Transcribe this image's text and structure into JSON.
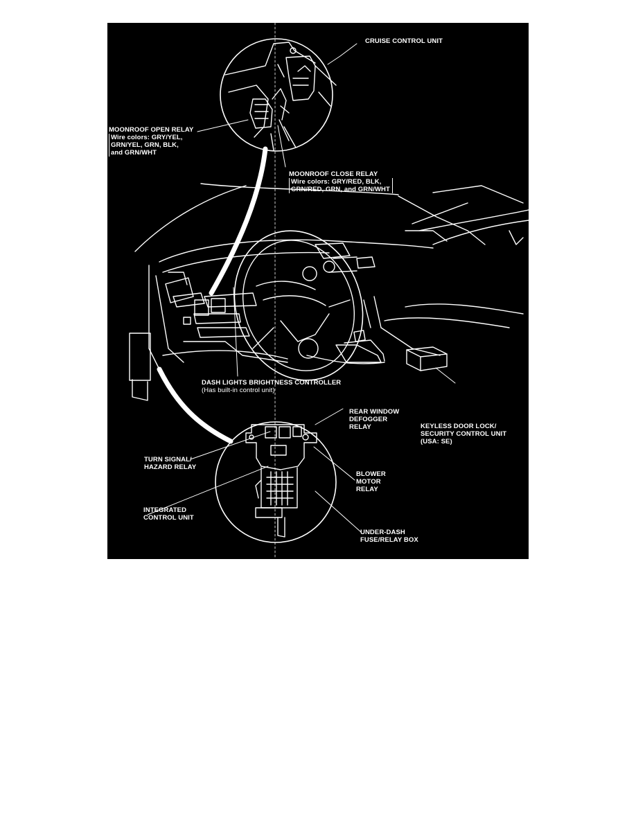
{
  "labels": {
    "cruise_control_unit": "CRUISE CONTROL UNIT",
    "moonroof_open_relay": {
      "title": "MOONROOF OPEN RELAY",
      "wires": [
        "Wire colors: GRY/YEL,",
        "GRN/YEL, GRN, BLK,",
        "and GRN/WHT"
      ]
    },
    "moonroof_close_relay": {
      "title": "MOONROOF CLOSE RELAY",
      "wires": [
        "Wire colors: GRY/RED, BLK,",
        "GRN/RED, GRN, and GRN/WHT"
      ]
    },
    "dash_lights_brightness_controller": {
      "title": "DASH LIGHTS BRIGHTNESS CONTROLLER",
      "note": "(Has built-in control unit)"
    },
    "rear_window_defogger_relay": [
      "REAR WINDOW",
      "DEFOGGER",
      "RELAY"
    ],
    "keyless_door_lock": [
      "KEYLESS DOOR LOCK/",
      "SECURITY CONTROL UNIT",
      "(USA: SE)"
    ],
    "turn_signal_hazard_relay": [
      "TURN SIGNAL/",
      "HAZARD RELAY"
    ],
    "blower_motor_relay": [
      "BLOWER",
      "MOTOR",
      "RELAY"
    ],
    "integrated_control_unit": [
      "INTEGRATED",
      "CONTROL UNIT"
    ],
    "under_dash_fuse_relay_box": [
      "UNDER-DASH",
      "FUSE/RELAY BOX"
    ]
  }
}
